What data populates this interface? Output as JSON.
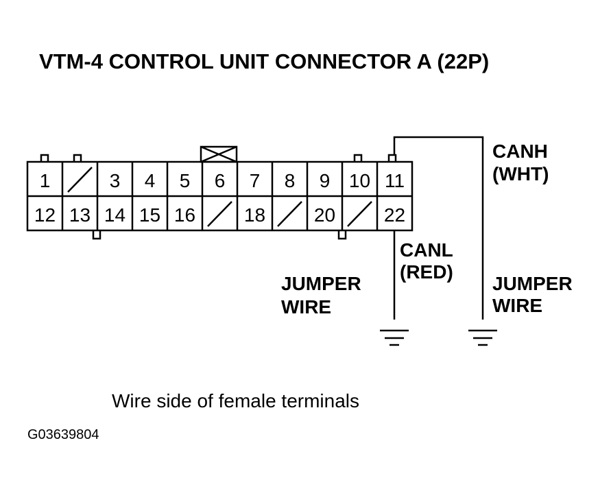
{
  "title": "VTM-4 CONTROL UNIT CONNECTOR A (22P)",
  "connector": {
    "top_row": [
      "1",
      "",
      "3",
      "4",
      "5",
      "6",
      "7",
      "8",
      "9",
      "10",
      "11"
    ],
    "bottom_row": [
      "12",
      "13",
      "14",
      "15",
      "16",
      "",
      "18",
      "",
      "20",
      "",
      "22"
    ]
  },
  "labels": {
    "canh": "CANH",
    "canh_color": "(WHT)",
    "canl": "CANL",
    "canl_color": "(RED)",
    "jumper_left_1": "JUMPER",
    "jumper_left_2": "WIRE",
    "jumper_right_1": "JUMPER",
    "jumper_right_2": "WIRE"
  },
  "caption": "Wire side of female terminals",
  "figure_code": "G03639804"
}
